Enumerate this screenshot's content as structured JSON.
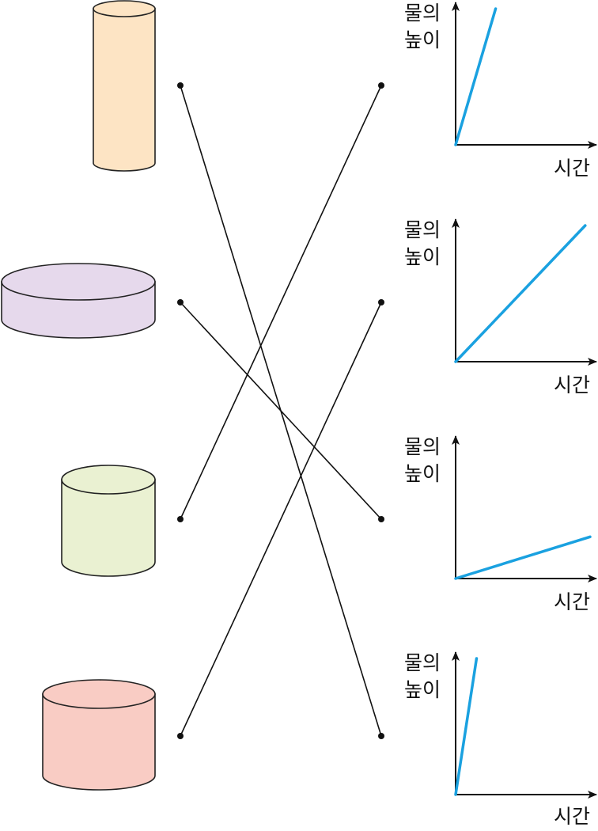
{
  "containers": [
    {
      "id": "tall-narrow",
      "fill": "#fde4c4"
    },
    {
      "id": "wide-flat",
      "fill": "#e6d9ec"
    },
    {
      "id": "medium",
      "fill": "#eaf1d2"
    },
    {
      "id": "wide-tall",
      "fill": "#f9ccc4"
    }
  ],
  "graphs": [
    {
      "y_label_line1": "물의",
      "y_label_line2": "높이",
      "x_label": "시간",
      "slope": 3.4
    },
    {
      "y_label_line1": "물의",
      "y_label_line2": "높이",
      "x_label": "시간",
      "slope": 1.05
    },
    {
      "y_label_line1": "물의",
      "y_label_line2": "높이",
      "x_label": "시간",
      "slope": 0.31
    },
    {
      "y_label_line1": "물의",
      "y_label_line2": "높이",
      "x_label": "시간",
      "slope": 6.5
    }
  ],
  "connections": [
    {
      "container": 0,
      "graph": 3
    },
    {
      "container": 1,
      "graph": 2
    },
    {
      "container": 2,
      "graph": 0
    },
    {
      "container": 3,
      "graph": 1
    }
  ],
  "colors": {
    "line": "#1aa1e0",
    "ink": "#111111",
    "stroke": "#222222"
  }
}
